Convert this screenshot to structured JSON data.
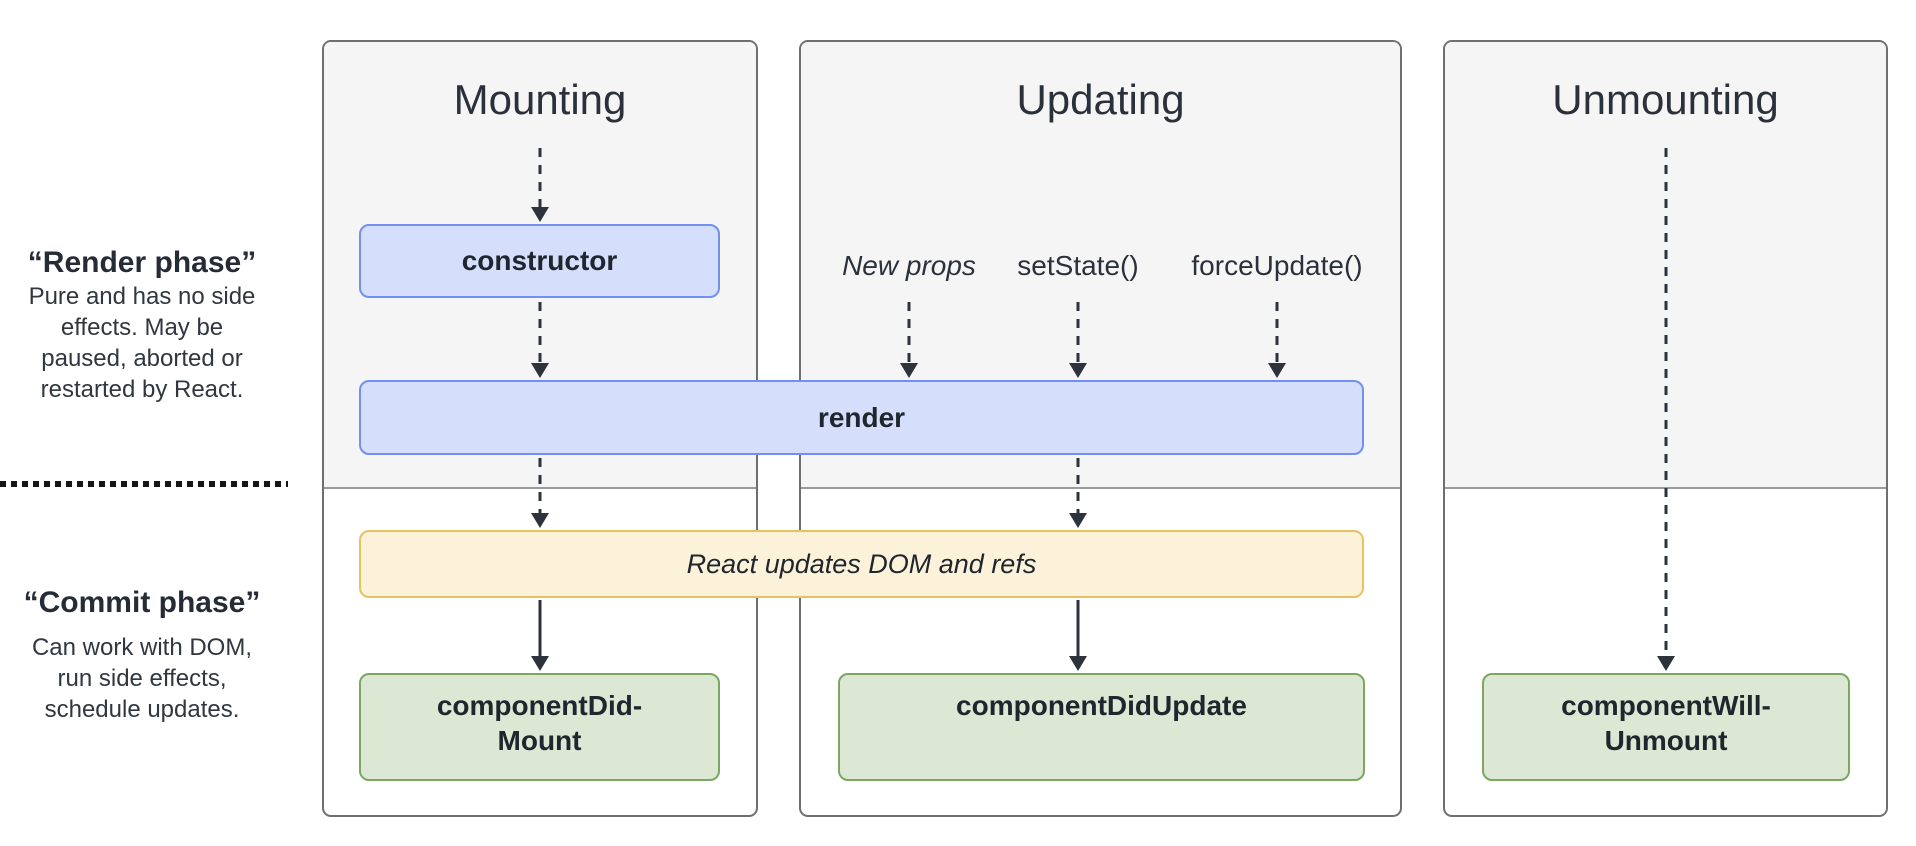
{
  "colors": {
    "box_blue_fill": "#d5dffc",
    "box_blue_border": "#7190f0",
    "box_yellow_fill": "#fcf2da",
    "box_yellow_border": "#e7c262",
    "box_green_fill": "#dde8d4",
    "box_green_border": "#7aa861",
    "panel_top_bg": "#f5f5f6",
    "panel_border": "#6e6f71",
    "arrow": "#2d333c",
    "text": "#262c35"
  },
  "side_notes": {
    "render_phase": {
      "heading": "“Render phase”",
      "lines": [
        "Pure and has no side",
        "effects. May be",
        "paused, aborted or",
        "restarted by React."
      ]
    },
    "commit_phase": {
      "heading": "“Commit phase”",
      "lines": [
        "Can work with DOM,",
        "run side effects,",
        "schedule updates."
      ]
    }
  },
  "columns": [
    {
      "title": "Mounting"
    },
    {
      "title": "Updating"
    },
    {
      "title": "Unmounting"
    }
  ],
  "updating_triggers": [
    {
      "label": "New props"
    },
    {
      "label": "setState()"
    },
    {
      "label": "forceUpdate()"
    }
  ],
  "boxes": {
    "constructor": {
      "label": "constructor"
    },
    "render": {
      "label": "render"
    },
    "react_updates_dom": {
      "label": "React updates DOM and refs"
    },
    "component_did_mount": {
      "lines": [
        "componentDid-",
        "Mount"
      ]
    },
    "component_did_update": {
      "label": "componentDidUpdate"
    },
    "component_will_unmount": {
      "lines": [
        "componentWill-",
        "Unmount"
      ]
    }
  }
}
